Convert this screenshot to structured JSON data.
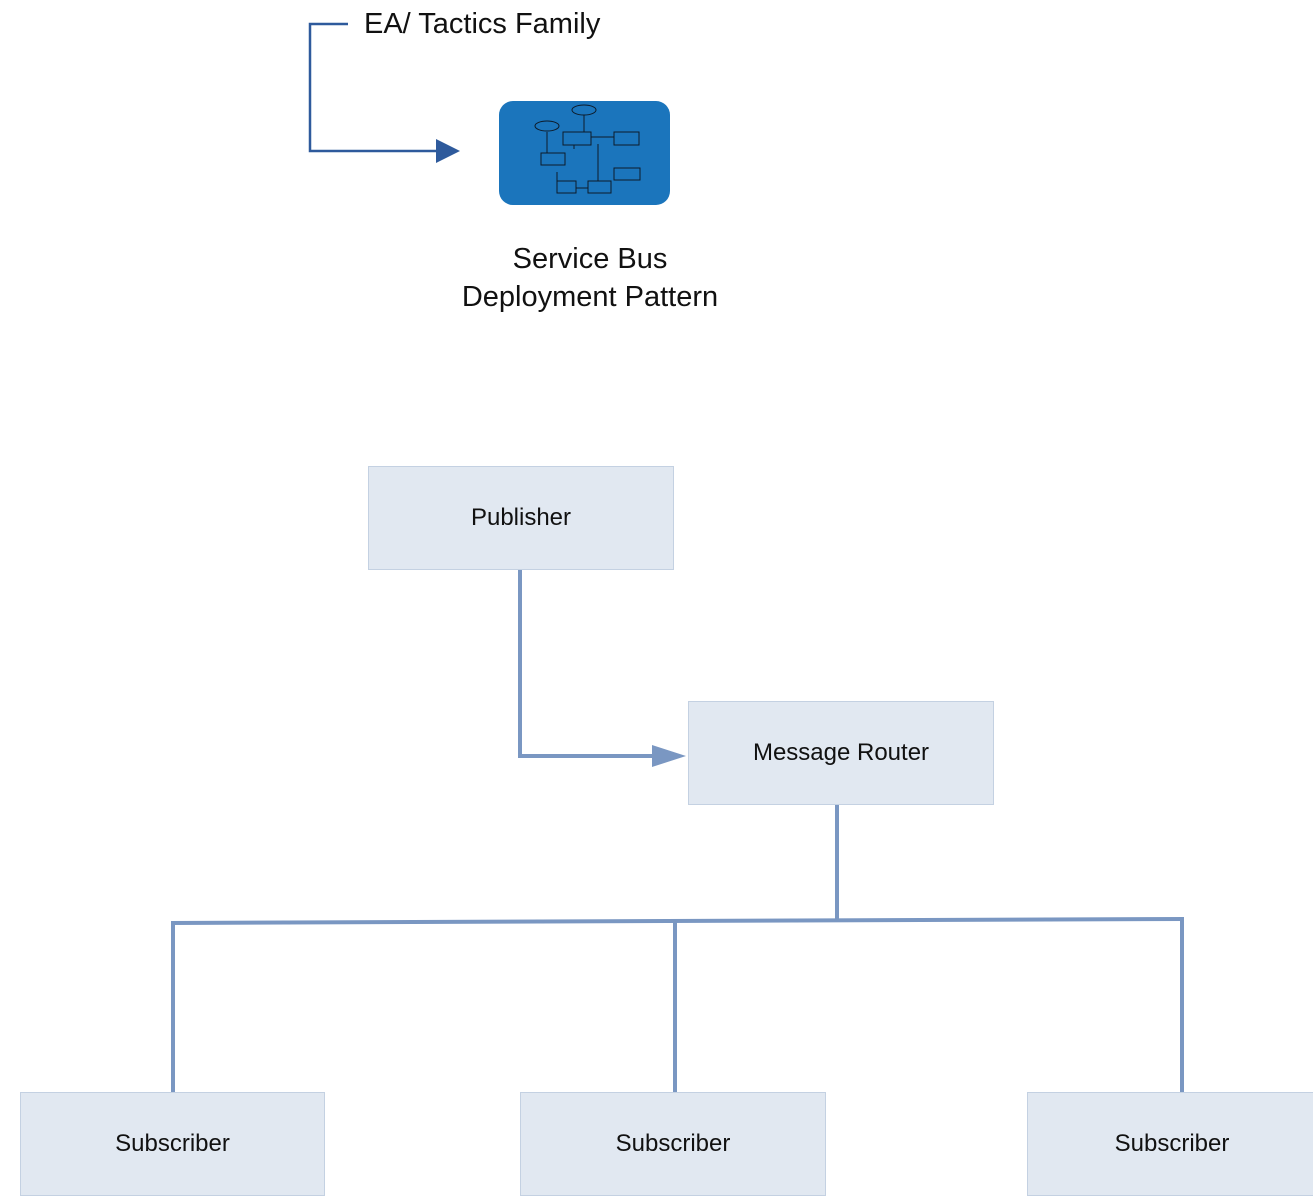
{
  "header": {
    "family_label": "EA/ Tactics Family"
  },
  "pattern": {
    "icon": "deployment-diagram-icon",
    "caption_line1": "Service Bus",
    "caption_line2": "Deployment Pattern"
  },
  "nodes": {
    "publisher": "Publisher",
    "router": "Message Router",
    "subscribers": [
      "Subscriber",
      "Subscriber",
      "Subscriber"
    ]
  },
  "colors": {
    "icon_fill": "#1b75bc",
    "family_connector": "#2e5a9c",
    "flow_connector": "#7a97c2",
    "node_fill": "#e1e8f1"
  }
}
